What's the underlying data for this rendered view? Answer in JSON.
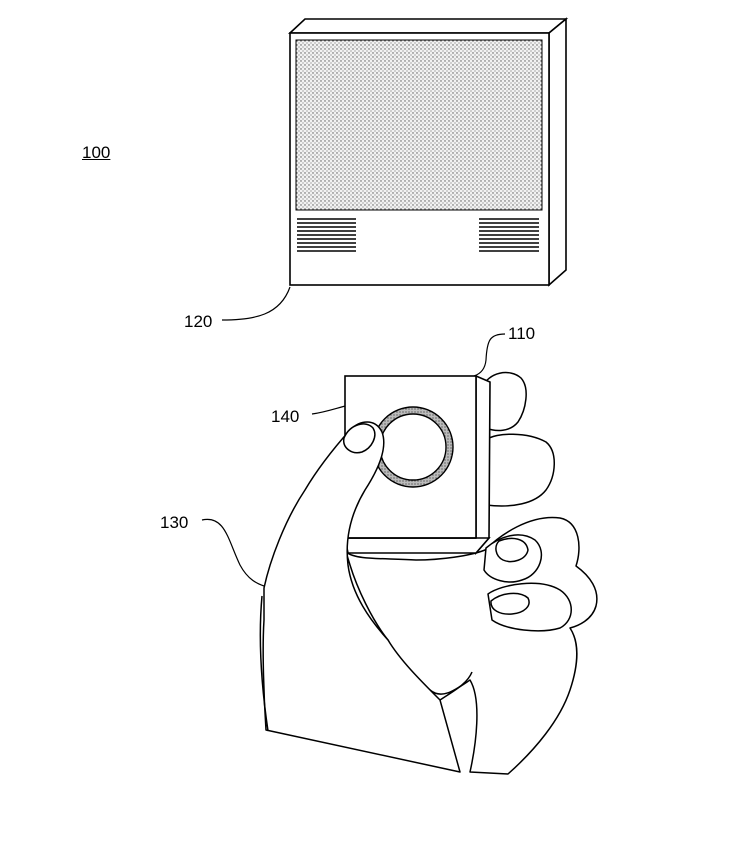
{
  "labels": {
    "system": "100",
    "display_device": "120",
    "remote_device": "110",
    "hand": "130",
    "touch_ring": "140"
  }
}
